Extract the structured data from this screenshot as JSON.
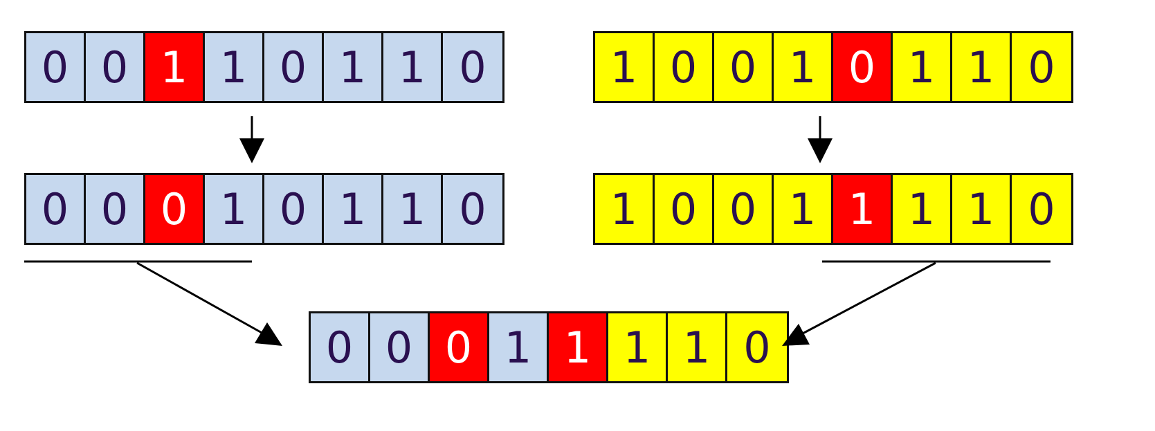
{
  "colors": {
    "parent_a": "#c6d8ee",
    "parent_b": "#ffff00",
    "mutation": "#ff0000"
  },
  "parent_a_before": [
    {
      "bit": "0",
      "color": "blue"
    },
    {
      "bit": "0",
      "color": "blue"
    },
    {
      "bit": "1",
      "color": "red"
    },
    {
      "bit": "1",
      "color": "blue"
    },
    {
      "bit": "0",
      "color": "blue"
    },
    {
      "bit": "1",
      "color": "blue"
    },
    {
      "bit": "1",
      "color": "blue"
    },
    {
      "bit": "0",
      "color": "blue"
    }
  ],
  "parent_a_after": [
    {
      "bit": "0",
      "color": "blue"
    },
    {
      "bit": "0",
      "color": "blue"
    },
    {
      "bit": "0",
      "color": "red"
    },
    {
      "bit": "1",
      "color": "blue"
    },
    {
      "bit": "0",
      "color": "blue"
    },
    {
      "bit": "1",
      "color": "blue"
    },
    {
      "bit": "1",
      "color": "blue"
    },
    {
      "bit": "0",
      "color": "blue"
    }
  ],
  "parent_b_before": [
    {
      "bit": "1",
      "color": "yellow"
    },
    {
      "bit": "0",
      "color": "yellow"
    },
    {
      "bit": "0",
      "color": "yellow"
    },
    {
      "bit": "1",
      "color": "yellow"
    },
    {
      "bit": "0",
      "color": "red"
    },
    {
      "bit": "1",
      "color": "yellow"
    },
    {
      "bit": "1",
      "color": "yellow"
    },
    {
      "bit": "0",
      "color": "yellow"
    }
  ],
  "parent_b_after": [
    {
      "bit": "1",
      "color": "yellow"
    },
    {
      "bit": "0",
      "color": "yellow"
    },
    {
      "bit": "0",
      "color": "yellow"
    },
    {
      "bit": "1",
      "color": "yellow"
    },
    {
      "bit": "1",
      "color": "red"
    },
    {
      "bit": "1",
      "color": "yellow"
    },
    {
      "bit": "1",
      "color": "yellow"
    },
    {
      "bit": "0",
      "color": "yellow"
    }
  ],
  "child": [
    {
      "bit": "0",
      "color": "blue"
    },
    {
      "bit": "0",
      "color": "blue"
    },
    {
      "bit": "0",
      "color": "red"
    },
    {
      "bit": "1",
      "color": "blue"
    },
    {
      "bit": "1",
      "color": "red"
    },
    {
      "bit": "1",
      "color": "yellow"
    },
    {
      "bit": "1",
      "color": "yellow"
    },
    {
      "bit": "0",
      "color": "yellow"
    }
  ]
}
